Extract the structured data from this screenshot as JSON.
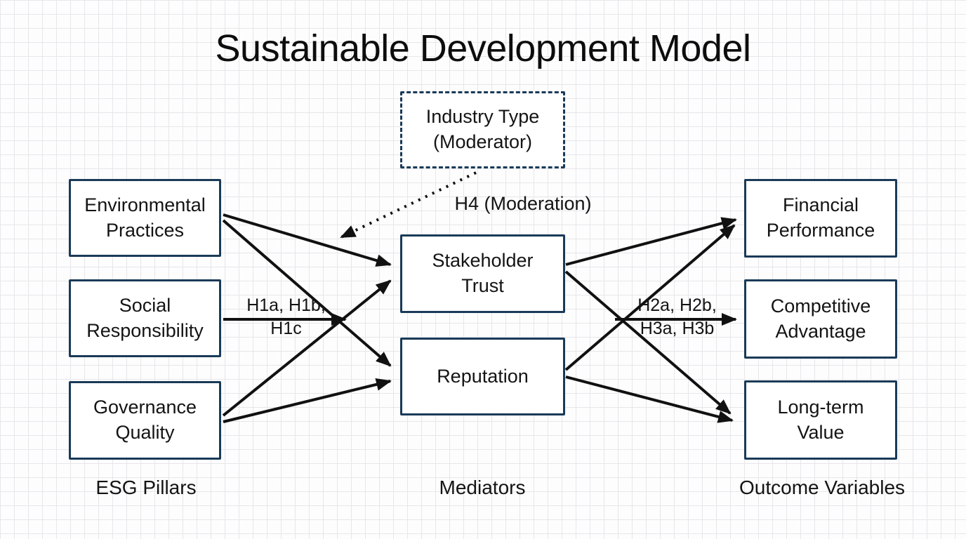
{
  "title": "Sustainable Development Model",
  "nodes": {
    "moderator": "Industry Type\n(Moderator)",
    "environmental": "Environmental\nPractices",
    "social": "Social\nResponsibility",
    "governance": "Governance\nQuality",
    "trust": "Stakeholder\nTrust",
    "reputation": "Reputation",
    "financial": "Financial\nPerformance",
    "competitive": "Competitive\nAdvantage",
    "longterm": "Long-term\nValue"
  },
  "path_labels": {
    "h1": "H1a, H1b,\nH1c",
    "h2": "H2a, H2b,\nH3a, H3b",
    "h4": "H4 (Moderation)"
  },
  "groups": {
    "esg": {
      "label": "ESG Pillars"
    },
    "mediators": {
      "label": "Mediators"
    },
    "outcomes": {
      "label": "Outcome Variables"
    }
  },
  "colors": {
    "box_border": "#1a3a58",
    "arrow": "#111111",
    "grid_line": "#e7e7eb",
    "background": "#fdfdfd"
  }
}
